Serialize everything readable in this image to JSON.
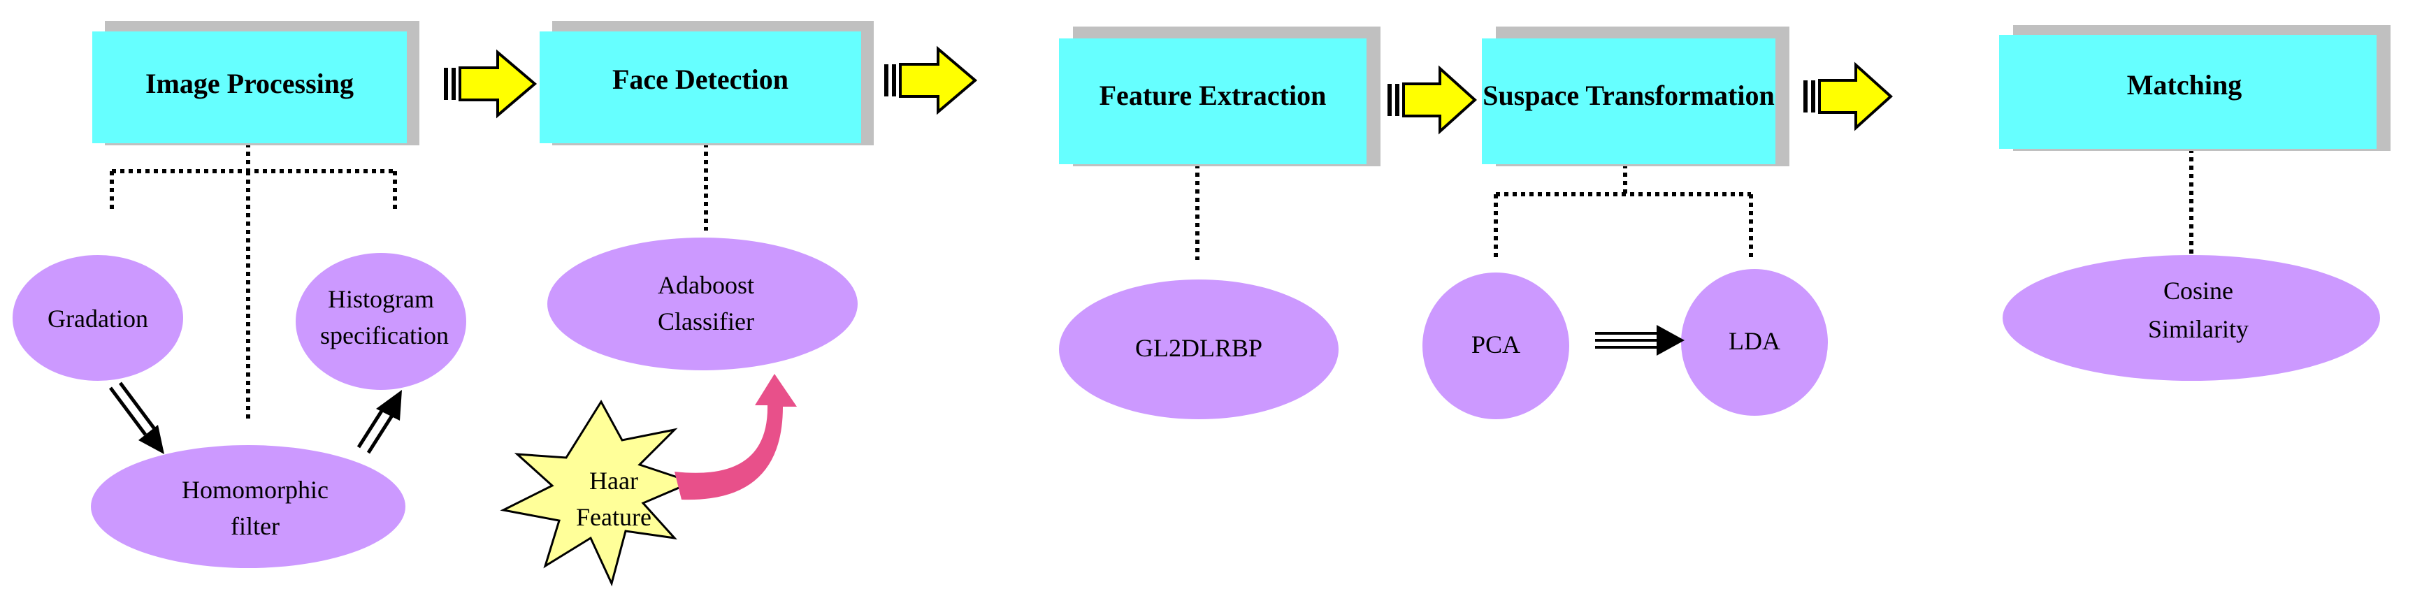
{
  "stages": [
    {
      "label": "Image Processing"
    },
    {
      "label": "Face Detection"
    },
    {
      "label": "Feature Extraction"
    },
    {
      "label": "Suspace Transformation"
    },
    {
      "label": "Matching"
    }
  ],
  "methods": {
    "gradation": "Gradation",
    "histogram": [
      "Histogram",
      "specification"
    ],
    "homomorphic": [
      "Homomorphic",
      "filter"
    ],
    "adaboost": [
      "Adaboost",
      "Classifier"
    ],
    "haar": [
      "Haar",
      "Feature"
    ],
    "gl2dlrbp": "GL2DLRBP",
    "pca": "PCA",
    "lda": "LDA",
    "cosine": [
      "Cosine",
      "Similarity"
    ]
  },
  "colors": {
    "stage_fill": "#66ffff",
    "stage_shadow": "#c0c0c0",
    "node_fill": "#cc99ff",
    "arrow_fill": "#ffff00",
    "star_fill": "#ffff99",
    "curved_arrow": "#e8508a"
  }
}
